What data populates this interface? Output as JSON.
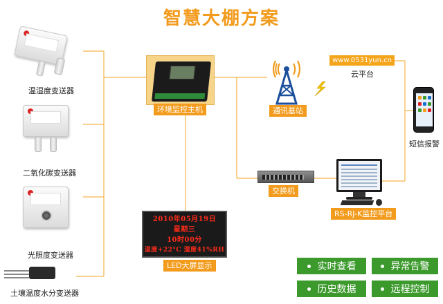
{
  "title": "智慧大棚方案",
  "sensors": {
    "temp_humidity": "温湿度变送器",
    "co2": "二氧化碳变送器",
    "light": "光照度变送器",
    "soil": "土壤温度水分变送器"
  },
  "controller": {
    "label": "环境监控主机"
  },
  "tower": {
    "label": "通讯基站"
  },
  "cloud": {
    "url": "www.0531yun.cn",
    "label": "云平台"
  },
  "phone": {
    "label": "短信报警"
  },
  "switch": {
    "label": "交换机"
  },
  "platform": {
    "label": "RS-RJ-K监控平台"
  },
  "led": {
    "lines": [
      "2010年05月19日",
      "星期三",
      "10时00分",
      "温度+22°C 湿度41%RH"
    ],
    "label": "LED大屏显示"
  },
  "features": [
    "实时查看",
    "异常告警",
    "历史数据",
    "远程控制"
  ],
  "colors": {
    "accent": "#f29b1d",
    "feature_bg": "#3c9a2d",
    "led_text": "#ff2b1a"
  }
}
